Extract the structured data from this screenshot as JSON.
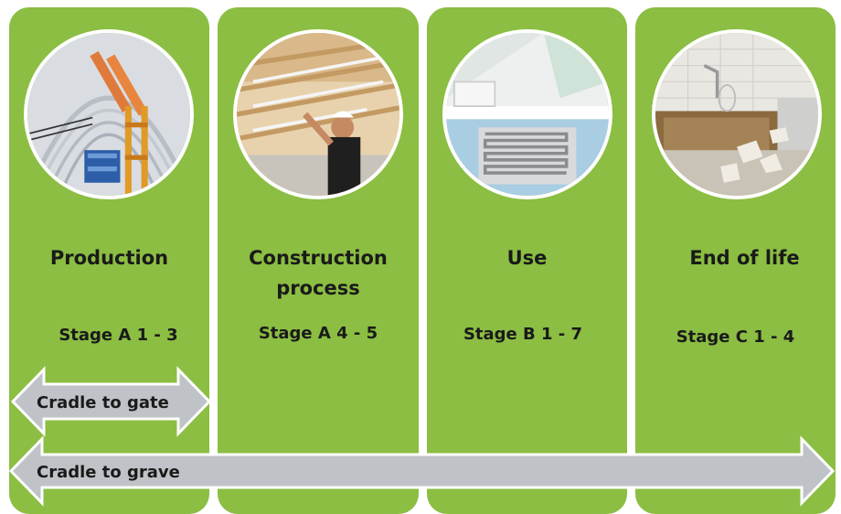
{
  "stages": [
    {
      "title": "Production",
      "stage": "Stage A 1 - 3",
      "image": "factory-tunnel-photo"
    },
    {
      "title": "Construction\nprocess",
      "stage": "Stage A 4 - 5",
      "image": "worker-installing-pipes-photo"
    },
    {
      "title": "Use",
      "stage": "Stage B 1 - 7",
      "image": "bathroom-underfloor-pipes-photo"
    },
    {
      "title": "End of life",
      "stage": "Stage C 1 - 4",
      "image": "demolished-bathroom-photo"
    }
  ],
  "arrows": {
    "cradle_to_gate": "Cradle to gate",
    "cradle_to_grave": "Cradle to grave"
  },
  "colors": {
    "panel": "#8bbe42",
    "arrow_fill": "#bfc2c6",
    "arrow_stroke": "#ffffff",
    "text": "#1a1a1a"
  }
}
